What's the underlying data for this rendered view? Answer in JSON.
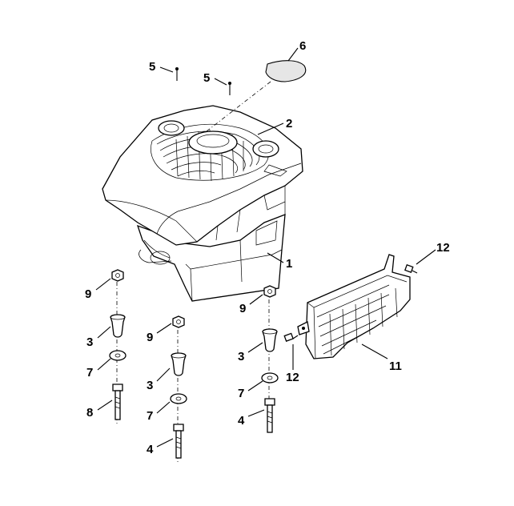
{
  "diagram": {
    "callouts": [
      {
        "id": "c5a",
        "text": "5"
      },
      {
        "id": "c5b",
        "text": "5"
      },
      {
        "id": "c6",
        "text": "6"
      },
      {
        "id": "c2",
        "text": "2"
      },
      {
        "id": "c1",
        "text": "1"
      },
      {
        "id": "c12a",
        "text": "12"
      },
      {
        "id": "c11",
        "text": "11"
      },
      {
        "id": "c12b",
        "text": "12"
      },
      {
        "id": "c9a",
        "text": "9"
      },
      {
        "id": "c3a",
        "text": "3"
      },
      {
        "id": "c7a",
        "text": "7"
      },
      {
        "id": "c8",
        "text": "8"
      },
      {
        "id": "c9b",
        "text": "9"
      },
      {
        "id": "c3b",
        "text": "3"
      },
      {
        "id": "c7b",
        "text": "7"
      },
      {
        "id": "c4a",
        "text": "4"
      },
      {
        "id": "c9c",
        "text": "9"
      },
      {
        "id": "c3c",
        "text": "3"
      },
      {
        "id": "c7c",
        "text": "7"
      },
      {
        "id": "c4b",
        "text": "4"
      }
    ]
  }
}
